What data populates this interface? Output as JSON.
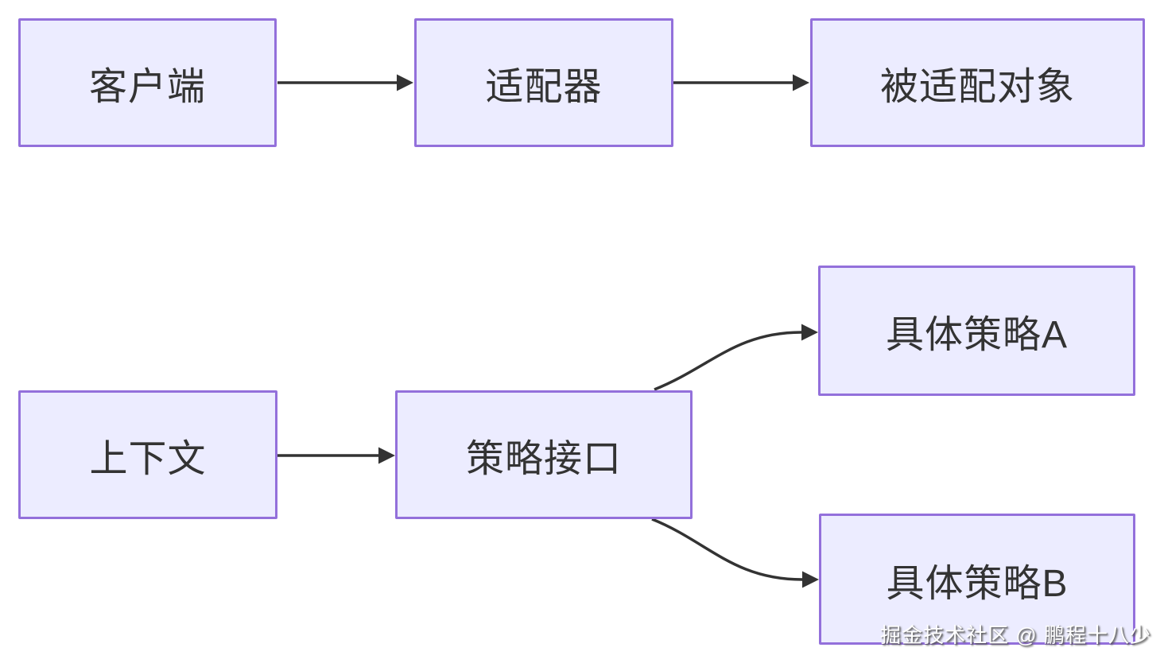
{
  "diagram": {
    "type": "flowchart",
    "colors": {
      "background": "#FFFFFF",
      "node_fill": "#ECECFF",
      "node_border": "#9370DB",
      "edge": "#333333",
      "text": "#333333",
      "watermark_text": "#FFFFFF"
    },
    "nodes": {
      "client": {
        "label": "客户端"
      },
      "adapter": {
        "label": "适配器"
      },
      "adaptee": {
        "label": "被适配对象"
      },
      "context": {
        "label": "上下文"
      },
      "strategy_interface": {
        "label": "策略接口"
      },
      "strategy_a": {
        "label": "具体策略A"
      },
      "strategy_b": {
        "label": "具体策略B"
      }
    },
    "edges": [
      {
        "from": "客户端",
        "to": "适配器",
        "style": "straight-arrow"
      },
      {
        "from": "适配器",
        "to": "被适配对象",
        "style": "straight-arrow"
      },
      {
        "from": "上下文",
        "to": "策略接口",
        "style": "straight-arrow"
      },
      {
        "from": "策略接口",
        "to": "具体策略A",
        "style": "curved-arrow"
      },
      {
        "from": "策略接口",
        "to": "具体策略B",
        "style": "curved-arrow"
      }
    ],
    "watermark": "掘金技术社区 @ 鹏程十八少"
  }
}
